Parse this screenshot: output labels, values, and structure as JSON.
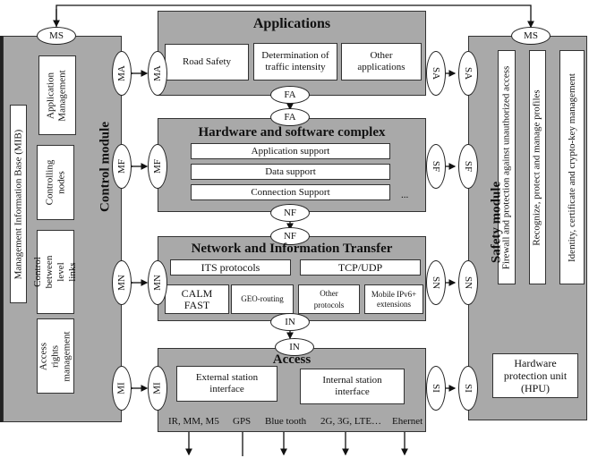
{
  "control_module": {
    "title": "Control module",
    "mib": "Management Information Base (MIB)",
    "items": [
      "Application Management",
      "Controlling nodes",
      "Control between level links",
      "Access rights management"
    ],
    "top_port": "MS",
    "ports": [
      "MA",
      "MF",
      "MN",
      "MI"
    ]
  },
  "safety_module": {
    "title": "Safety module",
    "items": [
      "Firewall and protection against unauthorized access",
      "Recognize, protect and manage profiles",
      "Identity, certificate and crypto-key management"
    ],
    "hpu": "Hardware protection unit (HPU)",
    "top_port": "MS",
    "ports": [
      "SA",
      "SF",
      "SN",
      "SI"
    ]
  },
  "applications": {
    "title": "Applications",
    "items": [
      "Road Safety",
      "Determination of traffic intensity",
      "Other applications"
    ],
    "port_left": "MA",
    "port_right": "SA",
    "port_bottom": "FA"
  },
  "hw_sw_complex": {
    "title": "Hardware and software complex",
    "items": [
      "Application support",
      "Data support",
      "Connection Support"
    ],
    "ellipsis": "...",
    "port_top": "FA",
    "port_left": "MF",
    "port_right": "SF",
    "port_bottom": "NF"
  },
  "network": {
    "title": "Network and Information Transfer",
    "row1": [
      "ITS protocols",
      "TCP/UDP"
    ],
    "row2": [
      "CALM FAST",
      "GEO-routing",
      "Other protocols",
      "Mobile IPv6+ extensions"
    ],
    "port_top": "NF",
    "port_left": "MN",
    "port_right": "SN",
    "port_bottom": "IN"
  },
  "access": {
    "title": "Access",
    "items": [
      "External station interface",
      "Internal station interface"
    ],
    "links": [
      "IR, MM, M5",
      "GPS",
      "Blue tooth",
      "2G, 3G, LTE…",
      "Ehernet"
    ],
    "port_top": "IN",
    "port_left": "MI",
    "port_right": "SI"
  }
}
